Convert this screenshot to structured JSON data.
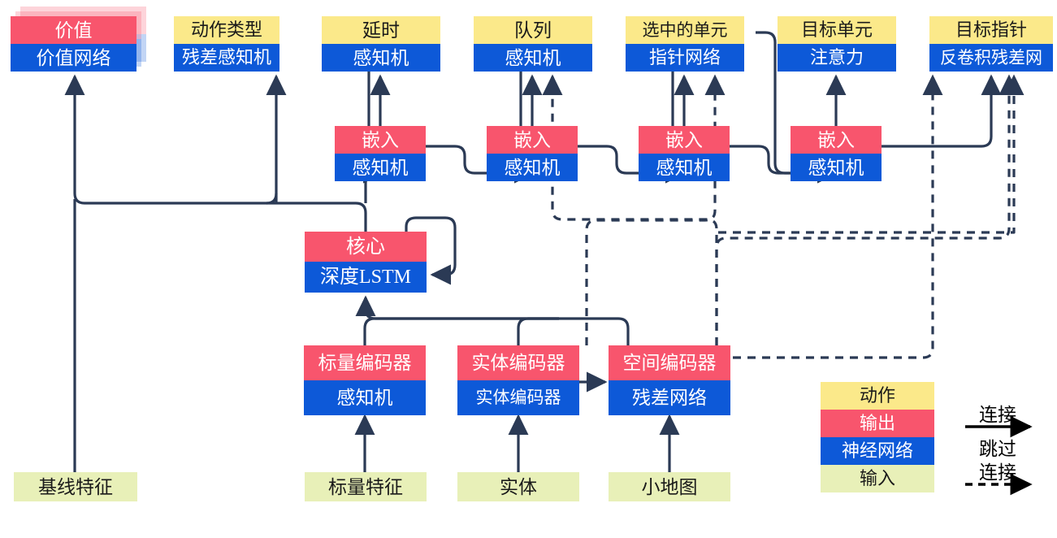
{
  "diagram": {
    "title_note": "",
    "colors": {
      "action": "#fbe98a",
      "output": "#f8556d",
      "network": "#0d59d8",
      "input": "#e8f0b8",
      "wire": "#2b3a55",
      "legend_arrow": "#000000",
      "background": "#ffffff"
    },
    "outputs": [
      {
        "id": "value",
        "head": "价值",
        "body": "价值网络",
        "head_type": "output",
        "stacked": true
      },
      {
        "id": "action-type",
        "head": "动作类型",
        "body": "残差感知机",
        "head_type": "action",
        "stacked": false
      },
      {
        "id": "delay",
        "head": "延时",
        "body": "感知机",
        "head_type": "action",
        "stacked": false
      },
      {
        "id": "queue",
        "head": "队列",
        "body": "感知机",
        "head_type": "action",
        "stacked": false
      },
      {
        "id": "selected-units",
        "head": "选中的单元",
        "body": "指针网络",
        "head_type": "action",
        "stacked": false
      },
      {
        "id": "target-unit",
        "head": "目标单元",
        "body": "注意力",
        "head_type": "action",
        "stacked": false
      },
      {
        "id": "target-point",
        "head": "目标指针",
        "body": "反卷积残差网",
        "head_type": "action",
        "stacked": false
      }
    ],
    "embeddings": [
      {
        "id": "embed-1",
        "head": "嵌入",
        "body": "感知机"
      },
      {
        "id": "embed-2",
        "head": "嵌入",
        "body": "感知机"
      },
      {
        "id": "embed-3",
        "head": "嵌入",
        "body": "感知机"
      },
      {
        "id": "embed-4",
        "head": "嵌入",
        "body": "感知机"
      }
    ],
    "core": {
      "id": "core",
      "head": "核心",
      "body": "深度LSTM"
    },
    "encoders": [
      {
        "id": "scalar-encoder",
        "head": "标量编码器",
        "body": "感知机"
      },
      {
        "id": "entity-encoder",
        "head": "实体编码器",
        "body": "实体编码器"
      },
      {
        "id": "spatial-encoder",
        "head": "空间编码器",
        "body": "残差网络"
      }
    ],
    "inputs": [
      {
        "id": "baseline-features",
        "label": "基线特征"
      },
      {
        "id": "scalar-features",
        "label": "标量特征"
      },
      {
        "id": "entities",
        "label": "实体"
      },
      {
        "id": "minimap",
        "label": "小地图"
      }
    ],
    "legend": {
      "swatches": [
        {
          "id": "legend-action",
          "label": "动作",
          "type": "action"
        },
        {
          "id": "legend-output",
          "label": "输出",
          "type": "output"
        },
        {
          "id": "legend-network",
          "label": "神经网络",
          "type": "network"
        },
        {
          "id": "legend-input",
          "label": "输入",
          "type": "input"
        }
      ],
      "connect_label": "连接",
      "skip_label_line1": "跳过",
      "skip_label_line2": "连接"
    }
  }
}
